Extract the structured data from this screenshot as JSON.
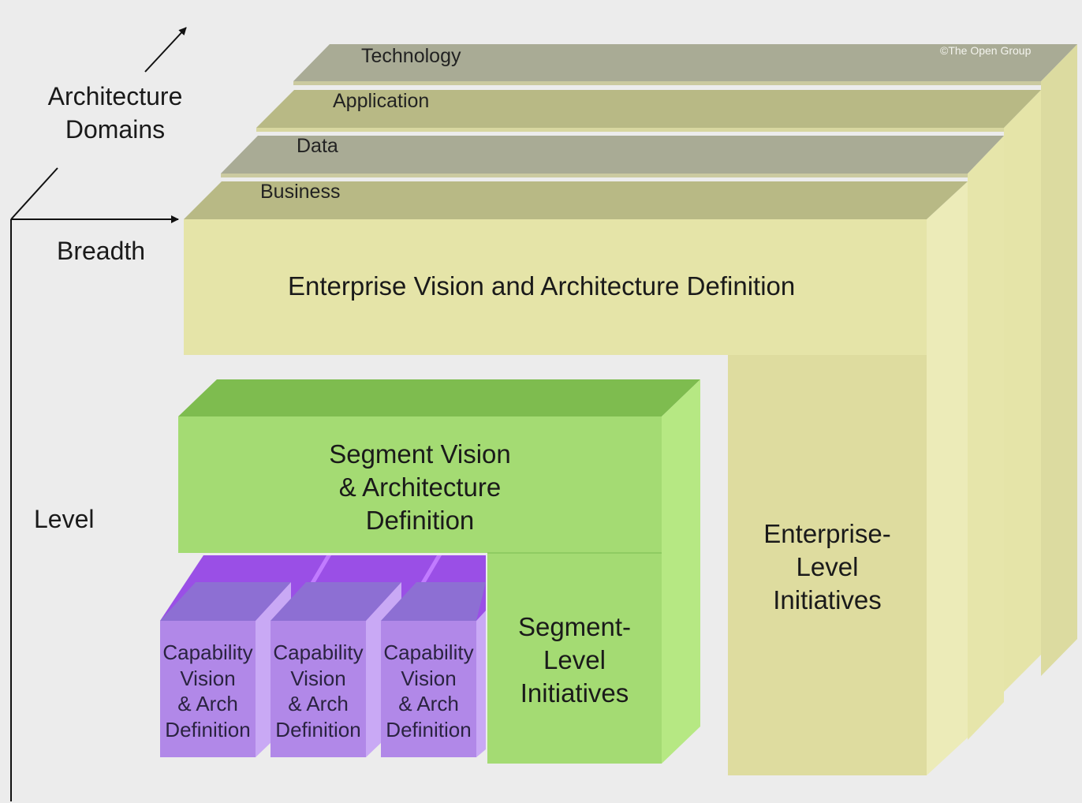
{
  "axes": {
    "domains": "Architecture\nDomains",
    "breadth": "Breadth",
    "level": "Level"
  },
  "copyright": "©The Open Group",
  "layers": [
    {
      "label": "Technology",
      "color": "#a9ab95"
    },
    {
      "label": "Application",
      "color": "#b8b985"
    },
    {
      "label": "Data",
      "color": "#a9ab95"
    },
    {
      "label": "Business",
      "color": "#b8b985"
    }
  ],
  "enterprise": {
    "definition": "Enterprise Vision and Architecture Definition",
    "initiatives": "Enterprise-\nLevel\nInitiatives",
    "color": "#e5e4a8"
  },
  "segment": {
    "definition": "Segment Vision\n& Architecture\nDefinition",
    "initiatives": "Segment-\nLevel\nInitiatives",
    "color": "#a4db73"
  },
  "capabilities": [
    {
      "label": "Capability\nVision\n& Arch\nDefinition"
    },
    {
      "label": "Capability\nVision\n& Arch\nDefinition"
    },
    {
      "label": "Capability\nVision\n& Arch\nDefinition"
    }
  ],
  "capability_color": "#b188e8"
}
